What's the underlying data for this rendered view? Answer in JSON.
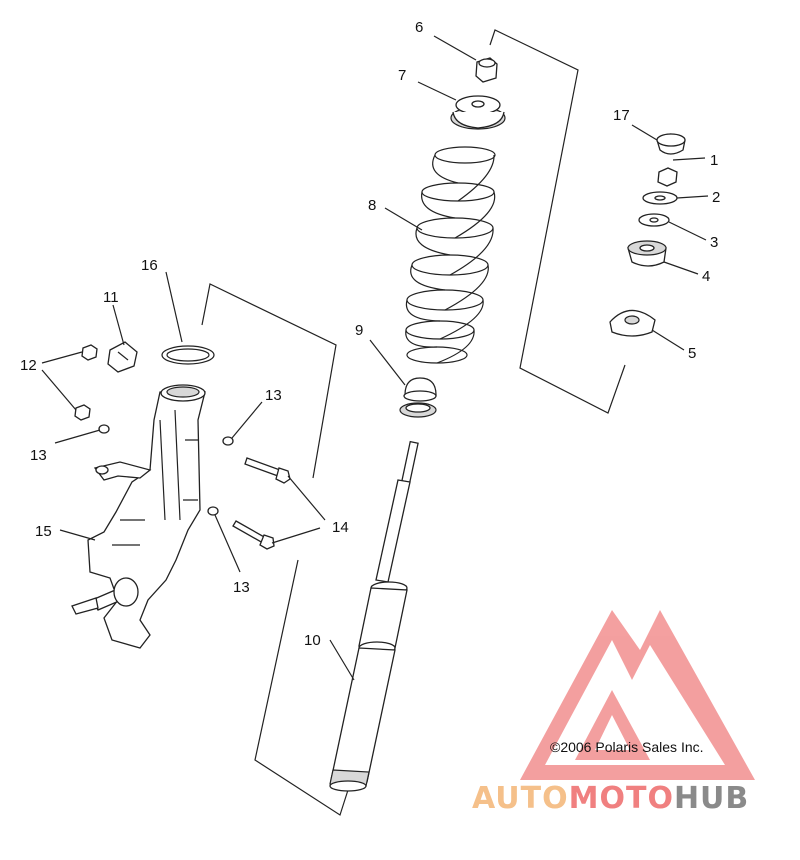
{
  "callouts": [
    "1",
    "2",
    "3",
    "4",
    "5",
    "6",
    "7",
    "8",
    "9",
    "10",
    "11",
    "12",
    "13",
    "13",
    "13",
    "14",
    "15",
    "16",
    "17"
  ],
  "copyright": "©2006 Polaris Sales Inc.",
  "watermark": {
    "part1": "AUTO",
    "part2": "MOTO",
    "part3": "HUB",
    "color1": "#f5c08a",
    "color2": "#f08080",
    "color3": "#8a8a8a",
    "logo_color": "#f08080"
  }
}
